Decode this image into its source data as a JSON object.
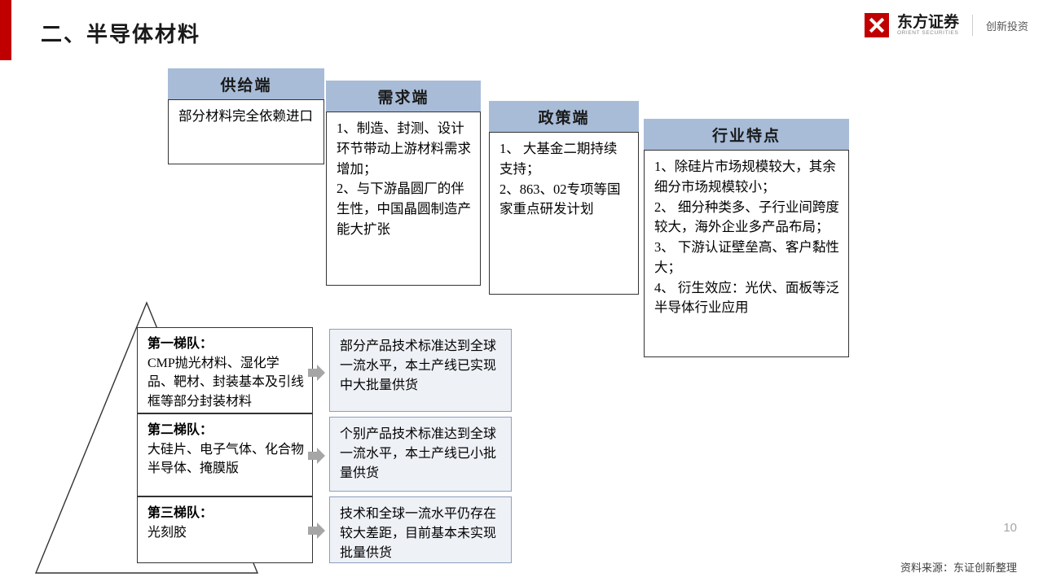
{
  "slide": {
    "title": "二、半导体材料",
    "page_number": "10",
    "source_note": "资料来源：东证创新整理",
    "accent_color": "#c00000",
    "header_fill": "#a8bcd8",
    "result_fill": "#eef1f6"
  },
  "logo": {
    "name_cn": "东方证券",
    "name_en": "ORIENT SECURITIES",
    "slogan": "创新投资"
  },
  "panels": [
    {
      "key": "supply",
      "header": "供给端",
      "body": "部分材料完全依赖进口"
    },
    {
      "key": "demand",
      "header": "需求端",
      "body": "1、制造、封测、设计环节带动上游材料需求增加；\n2、与下游晶圆厂的伴生性，中国晶圆制造产能大扩张"
    },
    {
      "key": "policy",
      "header": "政策端",
      "body": "1、 大基金二期持续支持；\n2、863、02专项等国家重点研发计划"
    },
    {
      "key": "industry",
      "header": "行业特点",
      "body": "1、除硅片市场规模较大，其余细分市场规模较小；\n2、 细分种类多、子行业间跨度较大，海外企业多产品布局；\n3、 下游认证壁垒高、客户黏性大；\n4、 衍生效应：光伏、面板等泛半导体行业应用"
    }
  ],
  "tiers": [
    {
      "title": "第一梯队：",
      "text": "CMP抛光材料、湿化学品、靶材、封装基本及引线框等部分封装材料",
      "result": "部分产品技术标准达到全球一流水平，本土产线已实现中大批量供货"
    },
    {
      "title": "第二梯队：",
      "text": "大硅片、电子气体、化合物半导体、掩膜版",
      "result": "个别产品技术标准达到全球一流水平，本土产线已小批量供货"
    },
    {
      "title": "第三梯队：",
      "text": "光刻胶",
      "result": "技术和全球一流水平仍存在较大差距，目前基本未实现批量供货"
    }
  ]
}
